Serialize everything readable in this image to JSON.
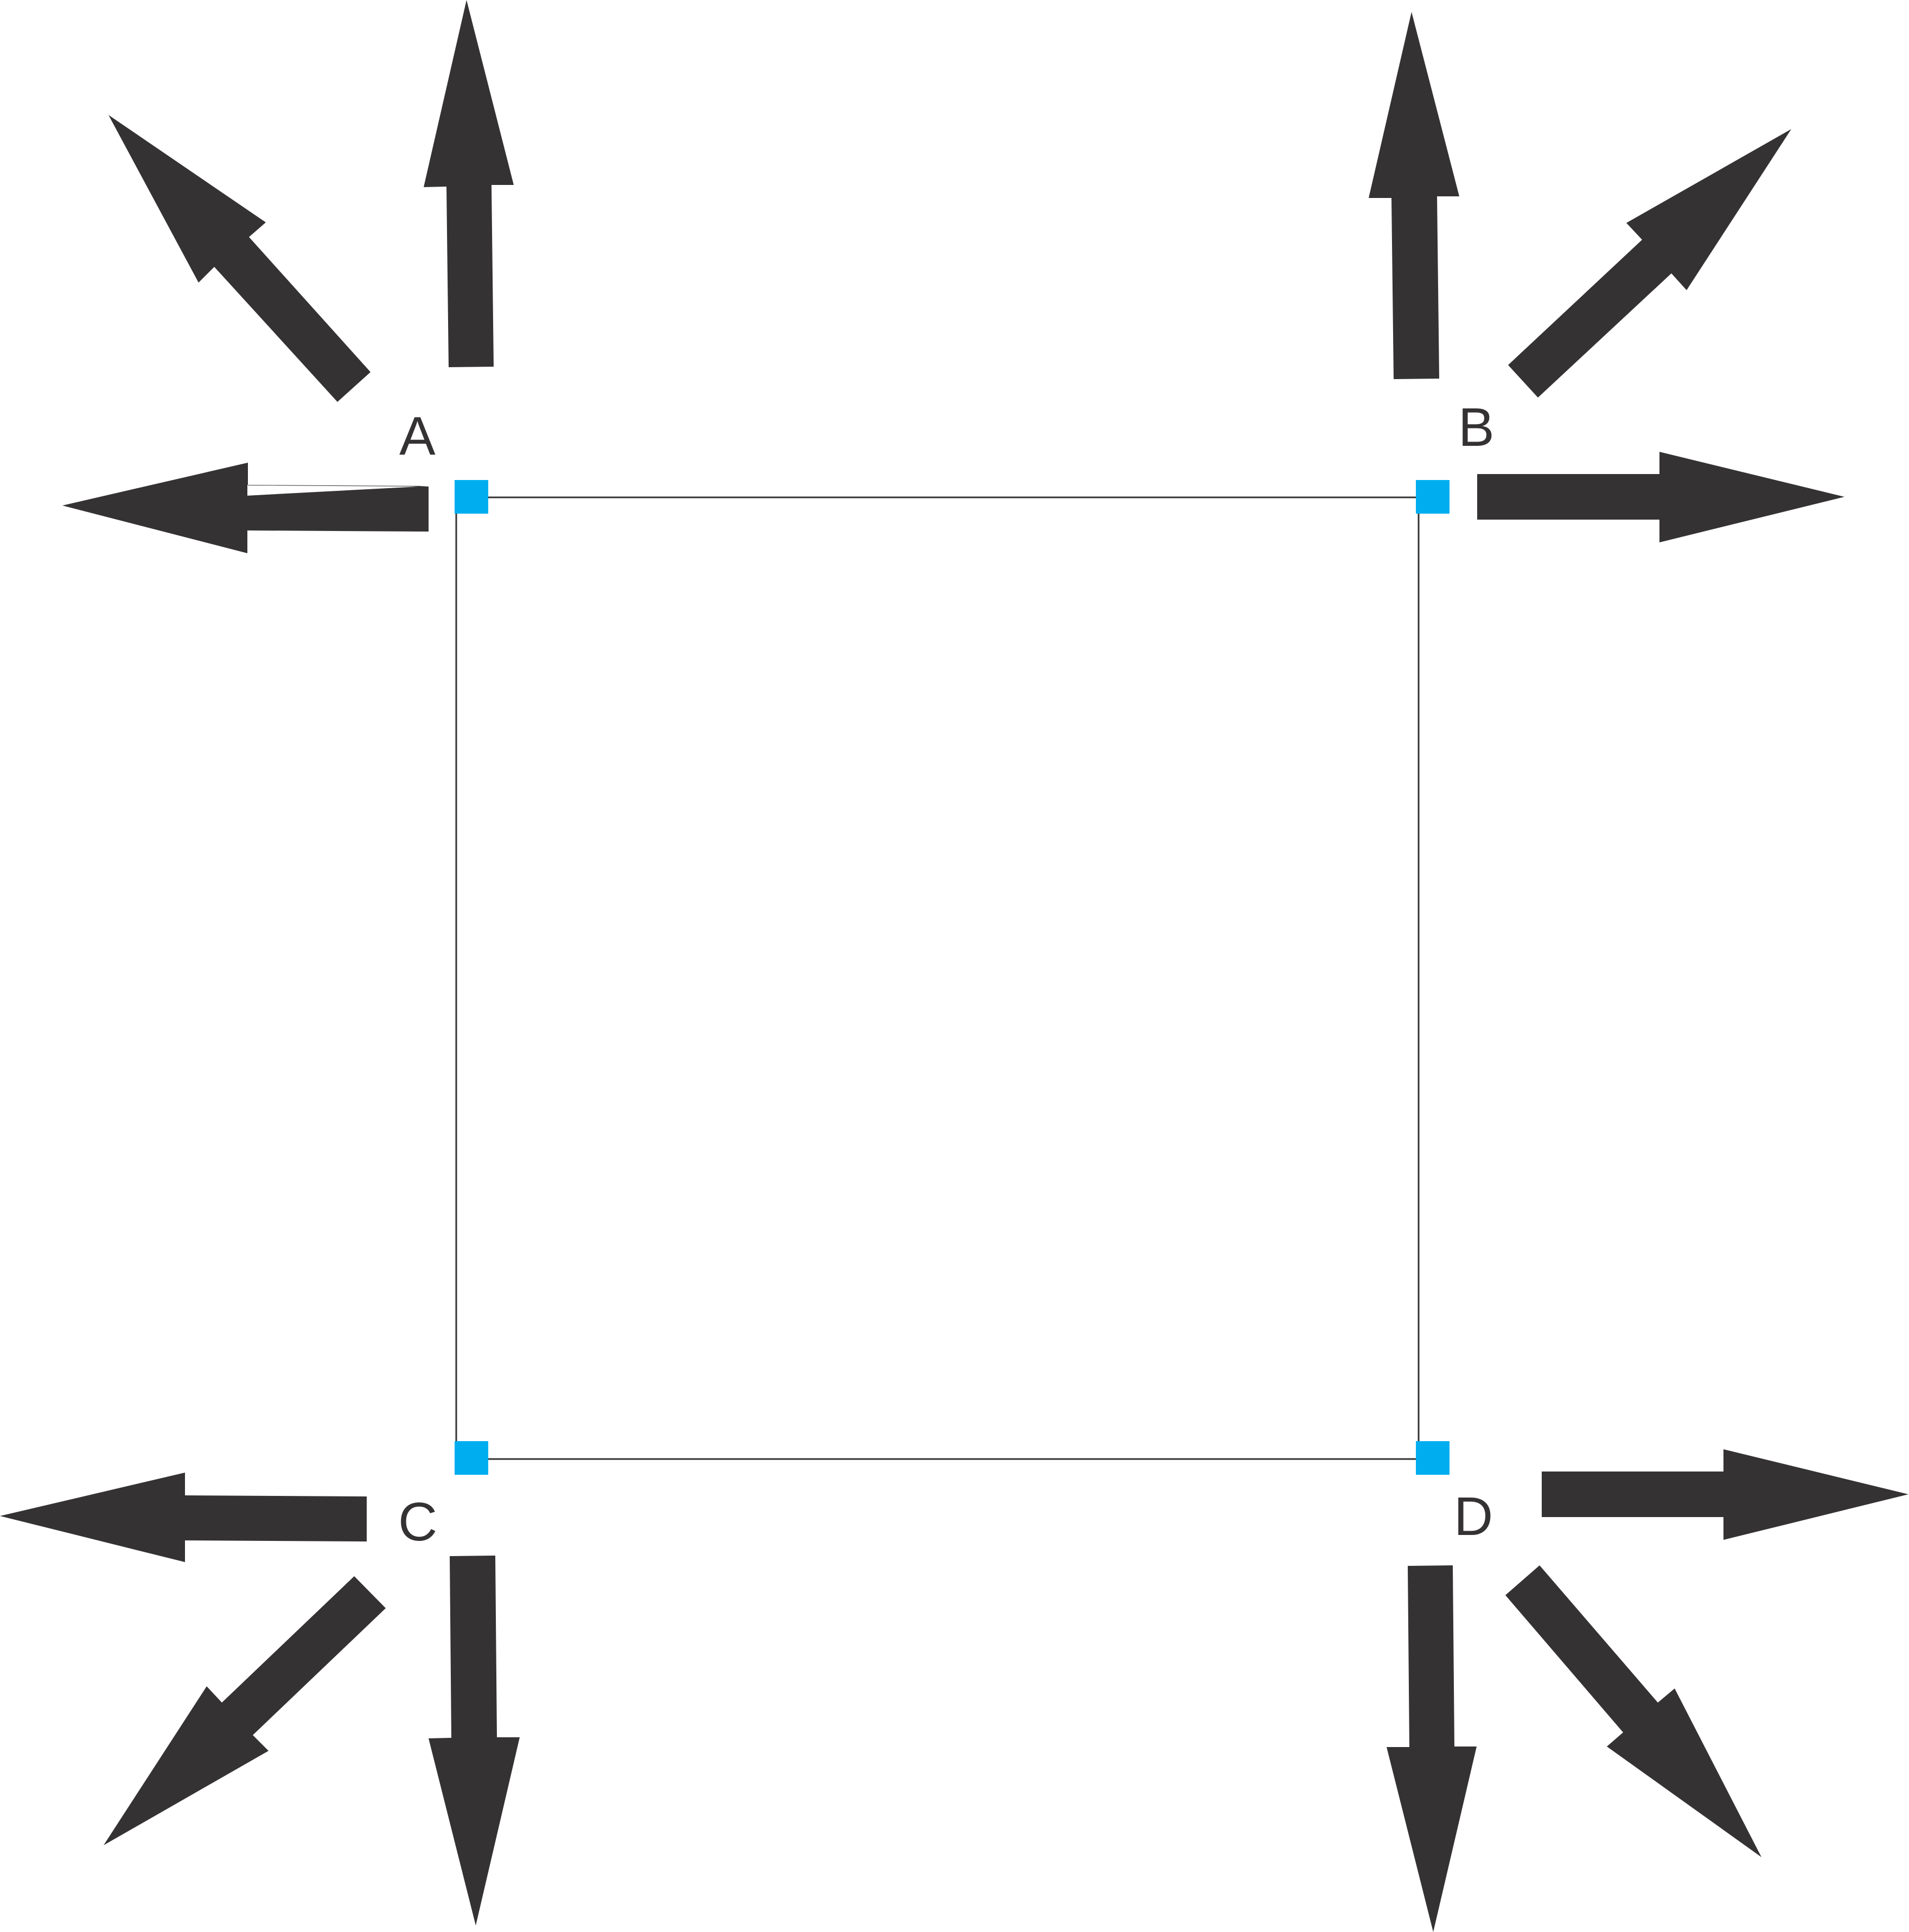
{
  "diagram": {
    "colors": {
      "arrow": "#343233",
      "handle": "#00aeef",
      "edge": "#343233",
      "background": "#ffffff"
    },
    "corners": [
      {
        "id": "A",
        "label": "A"
      },
      {
        "id": "B",
        "label": "B"
      },
      {
        "id": "C",
        "label": "C"
      },
      {
        "id": "D",
        "label": "D"
      }
    ]
  }
}
